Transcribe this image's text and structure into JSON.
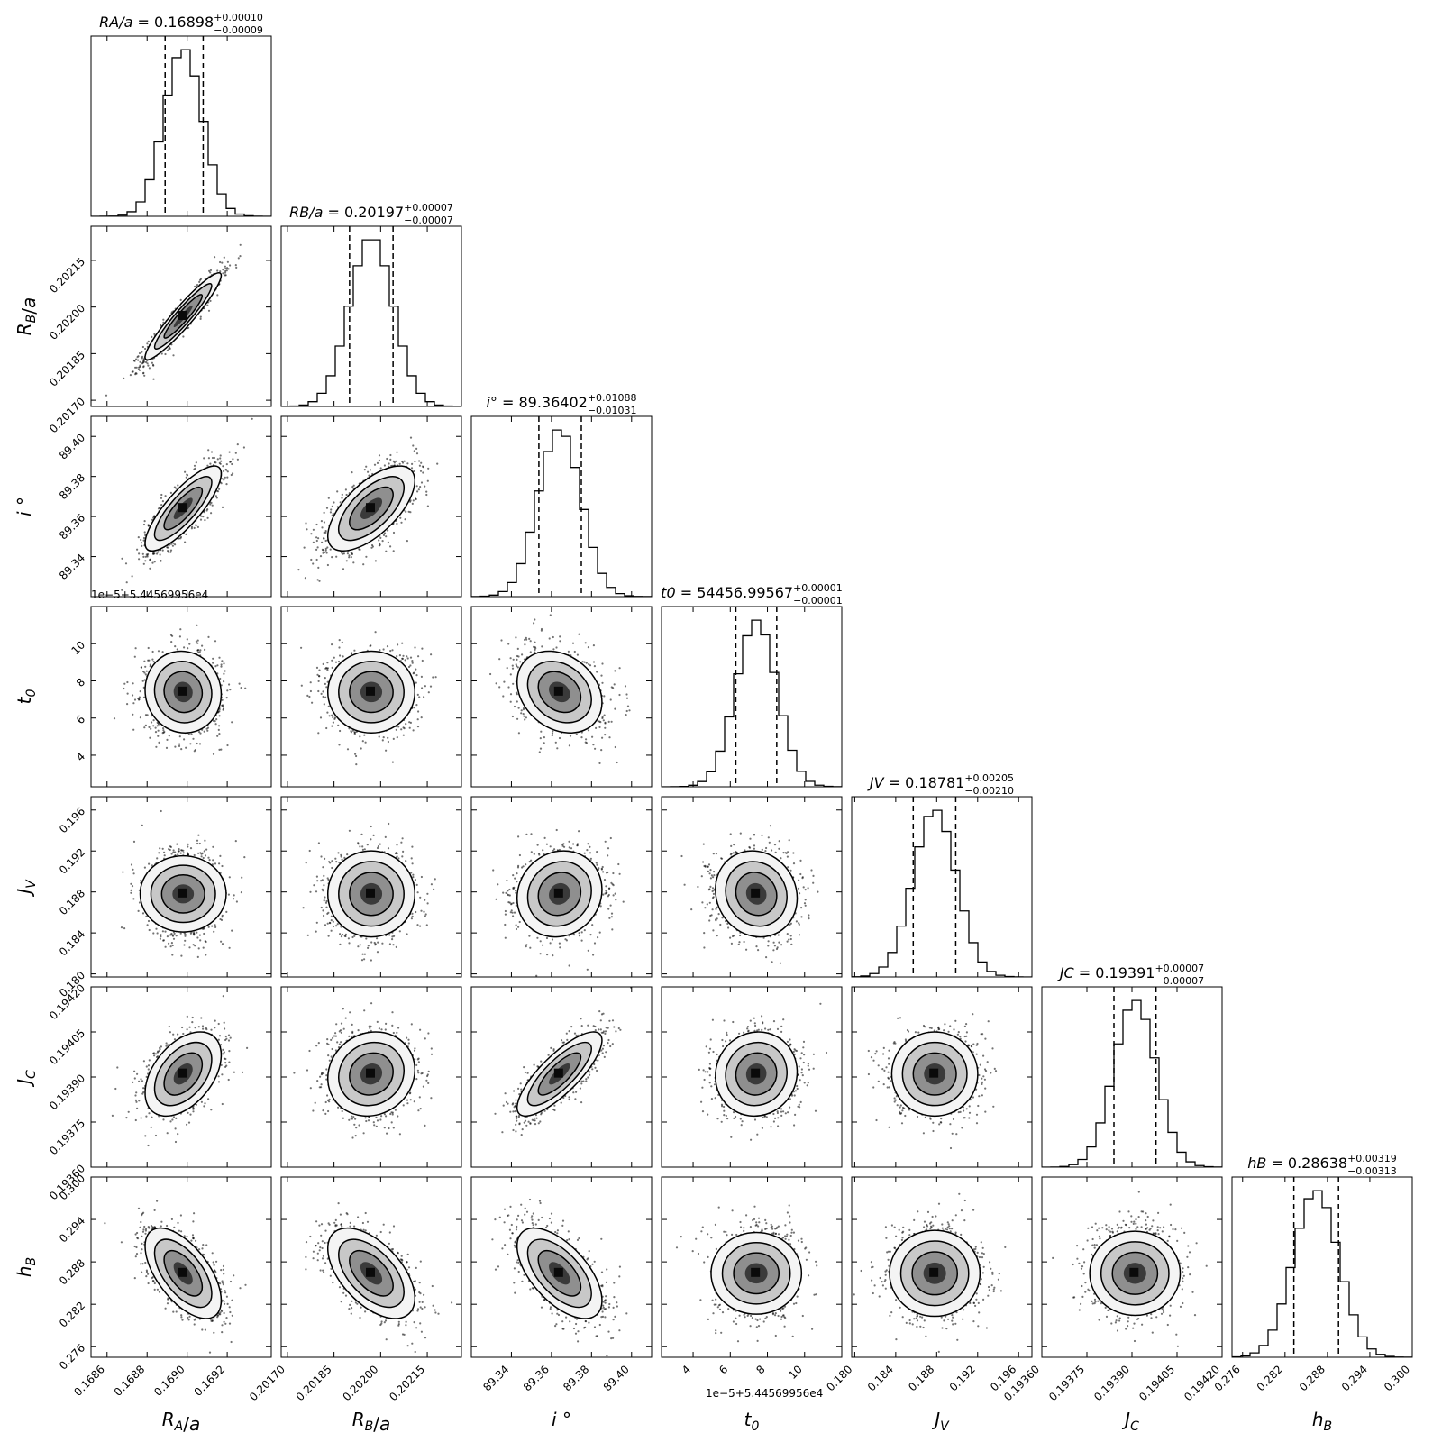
{
  "chart_data": {
    "type": "corner",
    "params": [
      {
        "key": "ra",
        "label": "R_A/a",
        "title": "R_A/a = 0.16898",
        "title_plus": "+0.00010",
        "title_minus": "−0.00009",
        "median": 0.16898,
        "lo": 0.16889,
        "hi": 0.16908,
        "sigma": 9.5e-05,
        "range": [
          0.16852,
          0.16942
        ],
        "ticks": [
          0.1686,
          0.1688,
          0.169,
          0.1692
        ],
        "tick_labels": [
          "0.1686",
          "0.1688",
          "0.1690",
          "0.1692"
        ]
      },
      {
        "key": "rb",
        "label": "R_B/a",
        "title": "R_B/a = 0.20197",
        "title_plus": "+0.00007",
        "title_minus": "−0.00007",
        "median": 0.20197,
        "lo": 0.2019,
        "hi": 0.20204,
        "sigma": 7e-05,
        "range": [
          0.20168,
          0.20226
        ],
        "ticks": [
          0.2017,
          0.20185,
          0.202,
          0.20215
        ],
        "tick_labels": [
          "0.20170",
          "0.20185",
          "0.20200",
          "0.20215"
        ]
      },
      {
        "key": "inc",
        "label": "i°",
        "title": "i° = 89.36402",
        "title_plus": "+0.01088",
        "title_minus": "−0.01031",
        "median": 89.36402,
        "lo": 89.35371,
        "hi": 89.3749,
        "sigma": 0.0106,
        "range": [
          89.32,
          89.41
        ],
        "ticks": [
          89.34,
          89.36,
          89.38,
          89.4
        ],
        "tick_labels": [
          "89.34",
          "89.36",
          "89.38",
          "89.40"
        ]
      },
      {
        "key": "t0",
        "label": "t_0",
        "title": "t_0 = 54456.99567",
        "title_plus": "+0.00001",
        "title_minus": "−0.00001",
        "median": 7.4,
        "lo": 6.3,
        "hi": 8.5,
        "sigma": 1.1,
        "range": [
          2.3,
          12.0
        ],
        "ticks": [
          4,
          6,
          8,
          10
        ],
        "tick_labels": [
          "4",
          "6",
          "8",
          "10"
        ],
        "offset": "1e−5+5.44569956e4"
      },
      {
        "key": "jv",
        "label": "J_V",
        "title": "J_V = 0.18781",
        "title_plus": "+0.00205",
        "title_minus": "−0.00210",
        "median": 0.18781,
        "lo": 0.18571,
        "hi": 0.18986,
        "sigma": 0.0021,
        "range": [
          0.1797,
          0.1973
        ],
        "ticks": [
          0.18,
          0.184,
          0.188,
          0.192,
          0.196
        ],
        "tick_labels": [
          "0.180",
          "0.184",
          "0.188",
          "0.192",
          "0.196"
        ]
      },
      {
        "key": "jc",
        "label": "J_C",
        "title": "J_C = 0.19391",
        "title_plus": "+0.00007",
        "title_minus": "−0.00007",
        "median": 0.19391,
        "lo": 0.19384,
        "hi": 0.19398,
        "sigma": 7e-05,
        "range": [
          0.1936,
          0.1942
        ],
        "ticks": [
          0.1936,
          0.19375,
          0.1939,
          0.19405,
          0.1942
        ],
        "tick_labels": [
          "0.19360",
          "0.19375",
          "0.19390",
          "0.19405",
          "0.19420"
        ]
      },
      {
        "key": "hb",
        "label": "h_B",
        "title": "h_B = 0.28638",
        "title_plus": "+0.00319",
        "title_minus": "−0.00313",
        "median": 0.28638,
        "lo": 0.28325,
        "hi": 0.28957,
        "sigma": 0.0032,
        "range": [
          0.2745,
          0.3
        ],
        "ticks": [
          0.276,
          0.282,
          0.288,
          0.294,
          0.3
        ],
        "tick_labels": [
          "0.276",
          "0.282",
          "0.288",
          "0.294",
          "0.300"
        ]
      }
    ],
    "correlations": [
      [
        1.0,
        0.94,
        0.82,
        -0.05,
        0.0,
        0.45,
        -0.6
      ],
      [
        0.94,
        1.0,
        0.65,
        0.0,
        0.0,
        0.1,
        -0.55
      ],
      [
        0.82,
        0.65,
        1.0,
        -0.25,
        0.1,
        0.8,
        -0.6
      ],
      [
        -0.05,
        0.0,
        -0.25,
        1.0,
        -0.1,
        0.05,
        0.0
      ],
      [
        0.0,
        0.0,
        0.1,
        -0.1,
        1.0,
        0.0,
        0.0
      ],
      [
        0.45,
        0.1,
        0.8,
        0.05,
        0.0,
        1.0,
        0.0
      ],
      [
        -0.6,
        -0.55,
        -0.6,
        0.0,
        0.0,
        0.0,
        1.0
      ]
    ],
    "quantile_lines": "dashed at 16th and 84th percentile",
    "colors": {
      "ink": "#000000",
      "fill_dark": "#2b2b2b",
      "fill_light": "#f2f2f2"
    }
  }
}
